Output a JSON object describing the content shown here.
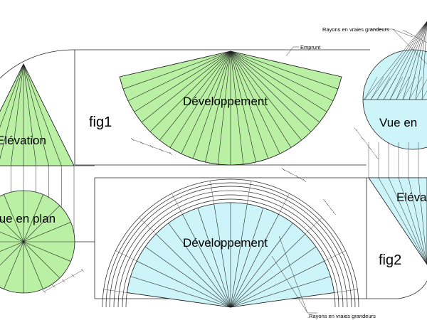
{
  "labels": {
    "elevation_left": "Elévation",
    "plan_left": "Vue en plan",
    "fig1": "fig1",
    "developpement_top": "Développement",
    "emprunt": "Emprunt",
    "rayons_top": "Rayons en vraies grandeurs",
    "developpement_bottom": "Développement",
    "fig2": "fig2",
    "vue_en_right": "Vue en",
    "elevation_right": "Elévat",
    "rayons_bottom": ".Rayons en vraies grandeurs"
  },
  "colors": {
    "green_fill": "#b9f0a4",
    "blue_fill": "#cdf4f8",
    "stroke": "#222222"
  }
}
